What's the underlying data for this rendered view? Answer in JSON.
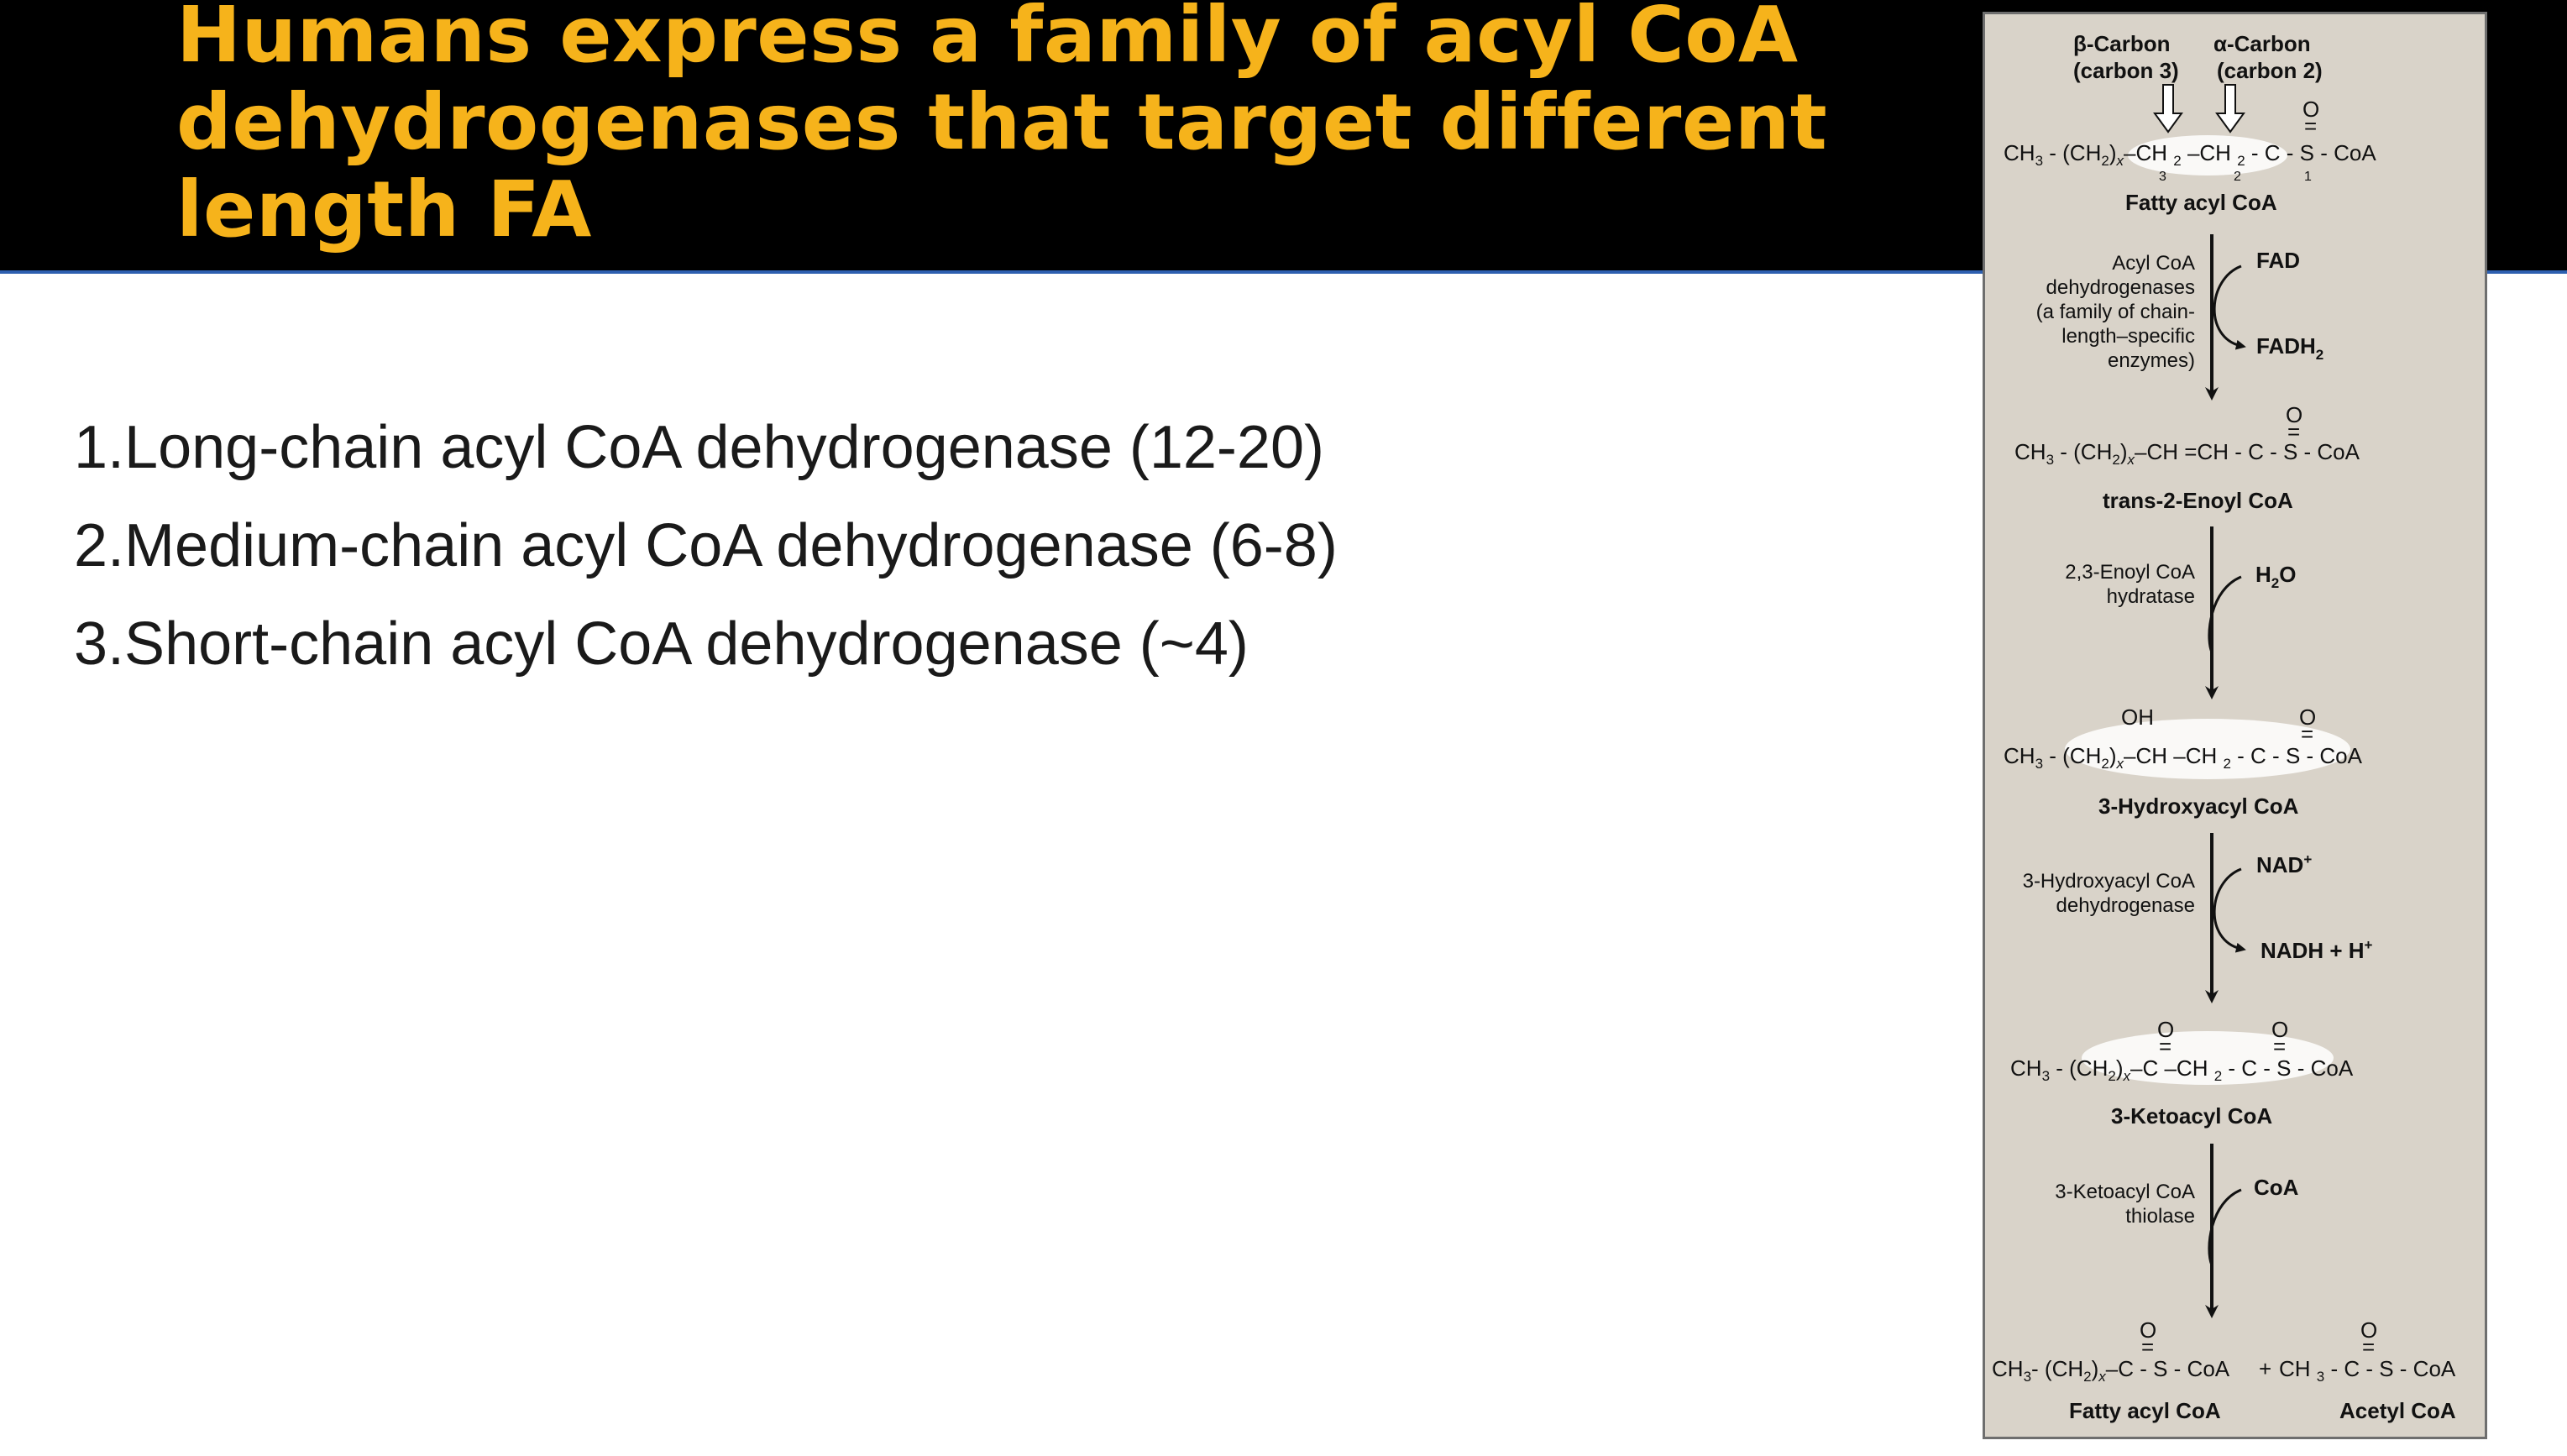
{
  "slide": {
    "title": "Humans express a family of acyl CoA dehydrogenases that target different length FA",
    "items": [
      "1.Long-chain acyl CoA dehydrogenase (12-20)",
      "2.Medium-chain acyl CoA dehydrogenase (6-8)",
      "3.Short-chain acyl CoA dehydrogenase (~4)"
    ]
  },
  "pathway": {
    "beta_carbon": "β-Carbon",
    "beta_sub": "(carbon 3)",
    "alpha_carbon": "α-Carbon",
    "alpha_sub": "(carbon 2)",
    "fatty_acyl_coa": "Fatty acyl CoA",
    "enzyme1": [
      "Acyl CoA",
      "dehydrogenases",
      "(a family of chain-",
      "length–specific",
      "enzymes)"
    ],
    "fad": "FAD",
    "fadh2": "FADH",
    "fadh2_sub": "2",
    "enoyl_coa": "trans-2-Enoyl CoA",
    "enzyme2": [
      "2,3-Enoyl CoA",
      "hydratase"
    ],
    "h2o": "H",
    "h2o_sub": "2",
    "h2o_o": "O",
    "hydroxyacyl_coa": "3-Hydroxyacyl CoA",
    "enzyme3": [
      "3-Hydroxyacyl CoA",
      "dehydrogenase"
    ],
    "nad": "NAD",
    "nad_sup": "+",
    "nadh": "NADH + H",
    "nadh_sup": "+",
    "ketoacyl_coa": "3-Ketoacyl CoA",
    "enzyme4": [
      "3-Ketoacyl CoA",
      "thiolase"
    ],
    "coa": "CoA",
    "product1": "Fatty acyl CoA",
    "product2": "Acetyl CoA",
    "plus": "+",
    "oh": "OH",
    "o": "O",
    "carbon_nums": [
      "3",
      "2",
      "1"
    ]
  },
  "colors": {
    "title_band": "#000000",
    "title_text": "#f6b31b",
    "panel_bg": "#d9d3c9"
  }
}
